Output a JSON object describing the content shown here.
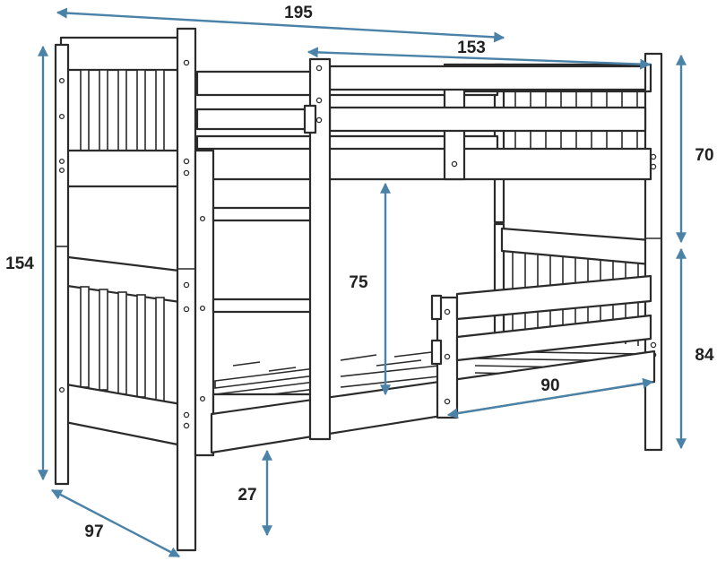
{
  "dimensions": [
    {
      "id": "total-length",
      "label": "195"
    },
    {
      "id": "upper-rail-length",
      "label": "153"
    },
    {
      "id": "upper-rail-height",
      "label": "70"
    },
    {
      "id": "total-height",
      "label": "154"
    },
    {
      "id": "lower-rail-height",
      "label": "84"
    },
    {
      "id": "clearance-between-bunks",
      "label": "75"
    },
    {
      "id": "lower-rail-length",
      "label": "90"
    },
    {
      "id": "under-bed-clearance",
      "label": "27"
    },
    {
      "id": "depth",
      "label": "97"
    }
  ],
  "colors": {
    "dimension_line": "#4a82a8",
    "frame_stroke": "#2b2b2b",
    "frame_fill": "#ffffff",
    "label_text": "#222222"
  }
}
